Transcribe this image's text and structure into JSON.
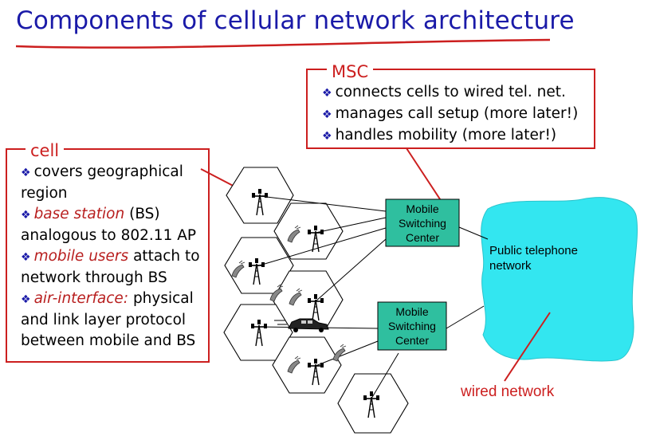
{
  "title": "Components of cellular network architecture",
  "msc_callout": {
    "label": "MSC",
    "bullets": [
      "connects cells to wired tel. net.",
      "manages call setup (more later!)",
      "handles mobility (more later!)"
    ]
  },
  "cell_callout": {
    "label": "cell",
    "bullets": [
      {
        "em": "",
        "rest": "covers geographical region"
      },
      {
        "em": "base station",
        "rest": " (BS) analogous to 802.11 AP"
      },
      {
        "em": "mobile users",
        "rest": " attach to network through BS"
      },
      {
        "em": "air-interface:",
        "rest": " physical and link layer protocol between mobile and BS"
      }
    ]
  },
  "msc_nodes": [
    {
      "text": "Mobile Switching Center"
    },
    {
      "text": "Mobile Switching Center"
    }
  ],
  "pstn": {
    "text": "Public telephone network"
  },
  "wired_label": "wired network",
  "colors": {
    "title": "#1a1aa8",
    "callout_border": "#cc1f1f",
    "msc_fill": "#2fbf9f",
    "pstn_fill": "#33e6f0",
    "bullet": "#1a1aa8",
    "emphasis": "#b81f1f"
  },
  "icons": [
    "tower-icon",
    "phone-icon",
    "car-icon",
    "diamond-bullet-icon"
  ]
}
